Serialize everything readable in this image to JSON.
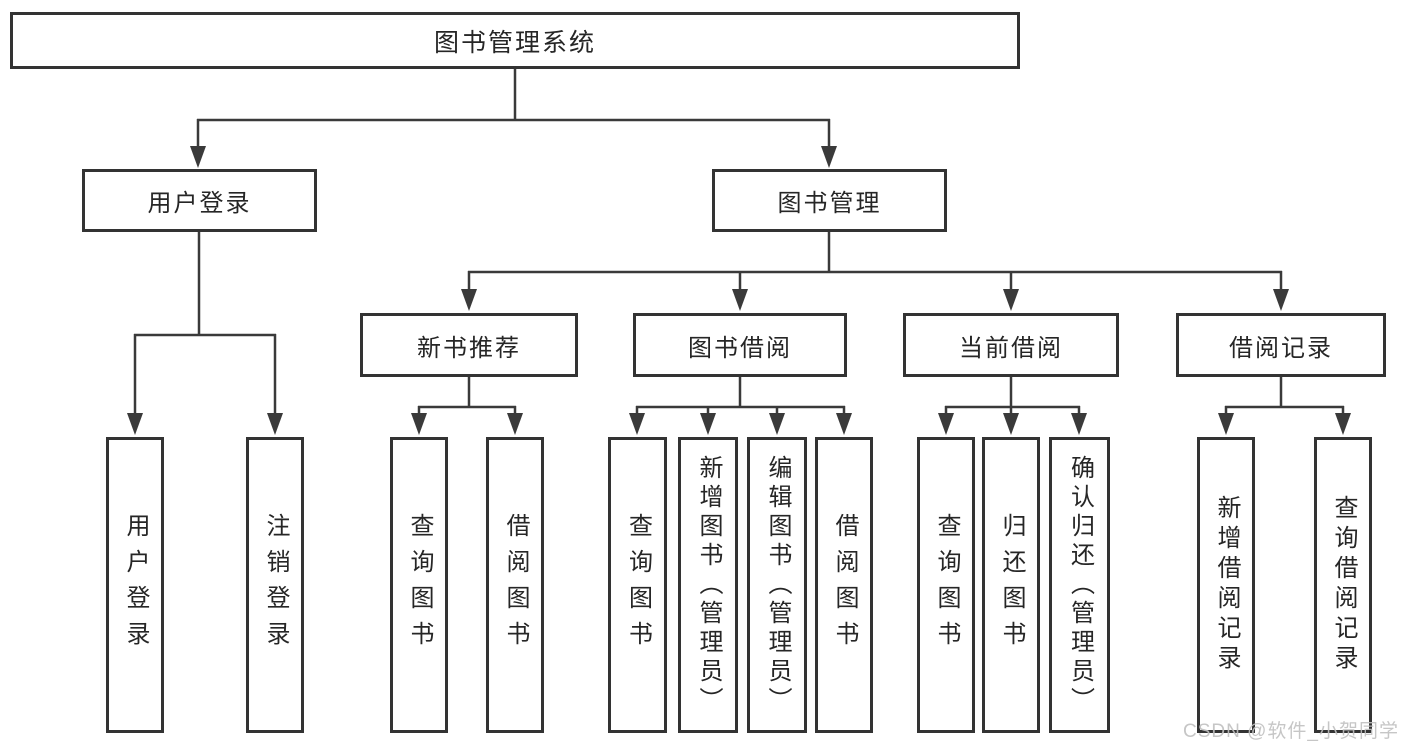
{
  "diagram": {
    "title": "图书管理系统",
    "root": {
      "label": "图书管理系统"
    },
    "branches": [
      {
        "label": "用户登录",
        "children": [
          {
            "label": "用户登录"
          },
          {
            "label": "注销登录"
          }
        ]
      },
      {
        "label": "图书管理",
        "children": [
          {
            "label": "新书推荐",
            "children": [
              {
                "label": "查询图书"
              },
              {
                "label": "借阅图书"
              }
            ]
          },
          {
            "label": "图书借阅",
            "children": [
              {
                "label": "查询图书"
              },
              {
                "label": "新增图书（管理员）"
              },
              {
                "label": "编辑图书（管理员）"
              },
              {
                "label": "借阅图书"
              }
            ]
          },
          {
            "label": "当前借阅",
            "children": [
              {
                "label": "查询图书"
              },
              {
                "label": "归还图书"
              },
              {
                "label": "确认归还（管理员）"
              }
            ]
          },
          {
            "label": "借阅记录",
            "children": [
              {
                "label": "新增借阅记录"
              },
              {
                "label": "查询借阅记录"
              }
            ]
          }
        ]
      }
    ]
  },
  "watermark": {
    "text": "CSDN @软件_小贺同学"
  },
  "colors": {
    "background": "#ffffff",
    "line": "#3a3a3a",
    "box_border": "#333333",
    "text": "#262626",
    "watermark": "#c0c0c0"
  }
}
